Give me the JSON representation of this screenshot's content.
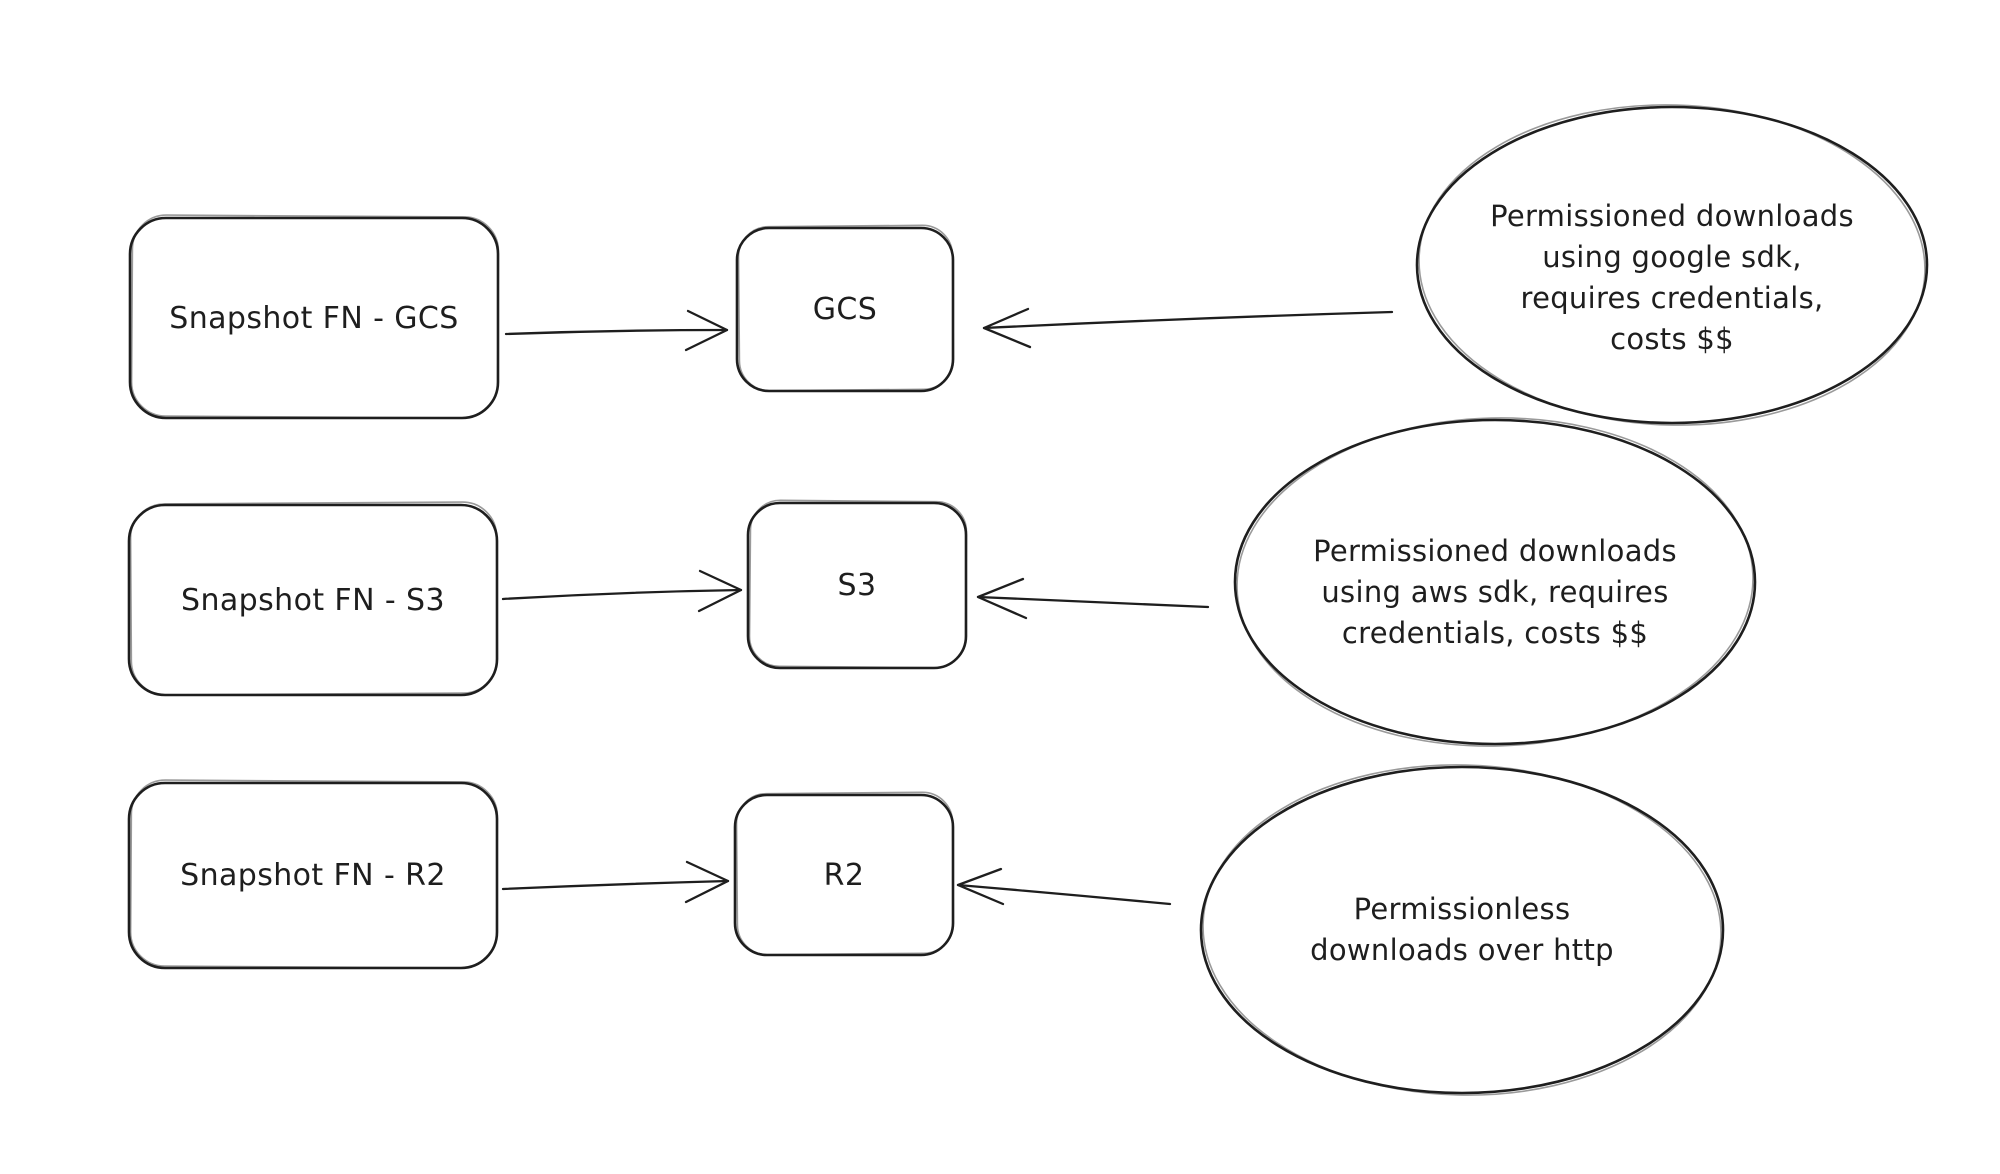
{
  "page": {
    "background_color": "#ffffff",
    "stroke_color": "#1e1e1e",
    "text_color": "#1e1e1e"
  },
  "diagram": {
    "rows": [
      {
        "source_label": "Snapshot FN - GCS",
        "target_label": "GCS",
        "note_lines": {
          "0": "Permissioned downloads",
          "1": "using google sdk,",
          "2": "requires credentials,",
          "3": "costs $$"
        }
      },
      {
        "source_label": "Snapshot FN - S3",
        "target_label": "S3",
        "note_lines": {
          "0": "Permissioned downloads",
          "1": "using aws sdk, requires",
          "2": "credentials, costs $$"
        }
      },
      {
        "source_label": "Snapshot FN - R2",
        "target_label": "R2",
        "note_lines": {
          "0": "Permissionless",
          "1": "downloads over http"
        }
      }
    ]
  }
}
